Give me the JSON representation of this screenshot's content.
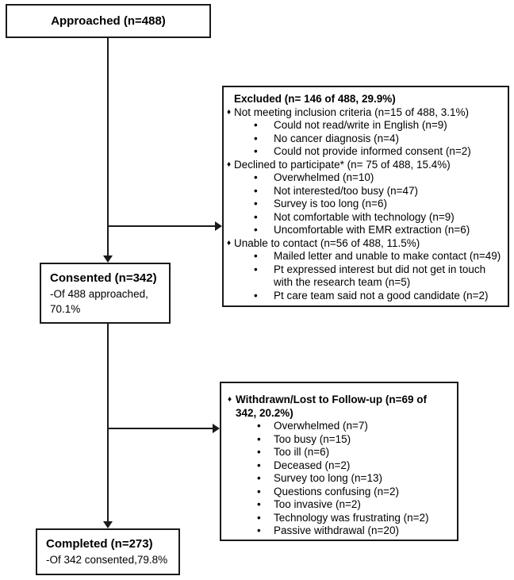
{
  "colors": {
    "line": "#1a1a1a",
    "box_border": "#1a1a1a",
    "background": "#ffffff"
  },
  "icons": {
    "diamond_bullet": "♦",
    "dot_bullet": "•"
  },
  "flow": {
    "approached": {
      "title": "Approached (n=488)"
    },
    "excluded": {
      "title": "Excluded (n= 146 of 488, 29.9%)",
      "groups": [
        {
          "label": "Not meeting inclusion criteria (n=15 of 488, 3.1%)",
          "sub": [
            "Could not read/write in English (n=9)",
            "No cancer diagnosis (n=4)",
            "Could not provide informed consent (n=2)"
          ]
        },
        {
          "label": "Declined to participate* (n= 75 of 488, 15.4%)",
          "sub": [
            "Overwhelmed (n=10)",
            "Not interested/too busy (n=47)",
            "Survey is too long (n=6)",
            "Not comfortable with technology (n=9)",
            "Uncomfortable with EMR extraction (n=6)"
          ]
        },
        {
          "label": "Unable to contact (n=56 of 488, 11.5%)",
          "sub": [
            "Mailed letter and unable to make contact (n=49)",
            "Pt expressed interest but did not get in touch with the research team (n=5)",
            "Pt care team said not a good candidate (n=2)"
          ]
        }
      ]
    },
    "consented": {
      "title": "Consented (n=342)",
      "subtitle_line1": "-Of 488 approached,",
      "subtitle_line2": "70.1%"
    },
    "withdrawn": {
      "title": "Withdrawn/Lost to Follow-up (n=69 of 342, 20.2%)",
      "sub": [
        "Overwhelmed (n=7)",
        "Too busy (n=15)",
        "Too ill (n=6)",
        "Deceased (n=2)",
        "Survey too long (n=13)",
        "Questions confusing (n=2)",
        "Too invasive (n=2)",
        "Technology was frustrating (n=2)",
        "Passive withdrawal (n=20)"
      ]
    },
    "completed": {
      "title": "Completed (n=273)",
      "subtitle_line1": "-Of 342 consented,79.8%"
    }
  }
}
